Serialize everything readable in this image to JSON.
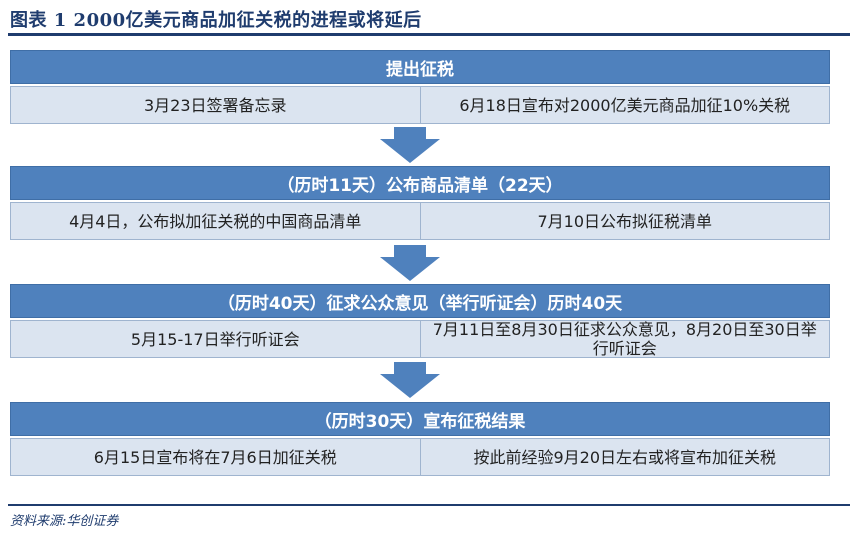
{
  "title": "图表 1   2000亿美元商品加征关税的进程或将延后",
  "source": "资料来源:华创证券",
  "colors": {
    "header_fill": "#4f81bd",
    "row_fill": "#dbe4f0",
    "accent": "#1f3c6e"
  },
  "steps": [
    {
      "header": "提出征税",
      "left": "3月23日签署备忘录",
      "right": "6月18日宣布对2000亿美元商品加征10%关税"
    },
    {
      "header": "（历时11天）公布商品清单（22天）",
      "left": "4月4日，公布拟加征关税的中国商品清单",
      "right": "7月10日公布拟征税清单"
    },
    {
      "header": "（历时40天）征求公众意见（举行听证会）历时40天",
      "left": "5月15-17日举行听证会",
      "right": "7月11日至8月30日征求公众意见，8月20日至30日举行听证会"
    },
    {
      "header": "（历时30天）宣布征税结果",
      "left": "6月15日宣布将在7月6日加征关税",
      "right": "按此前经验9月20日左右或将宣布加征关税"
    }
  ]
}
